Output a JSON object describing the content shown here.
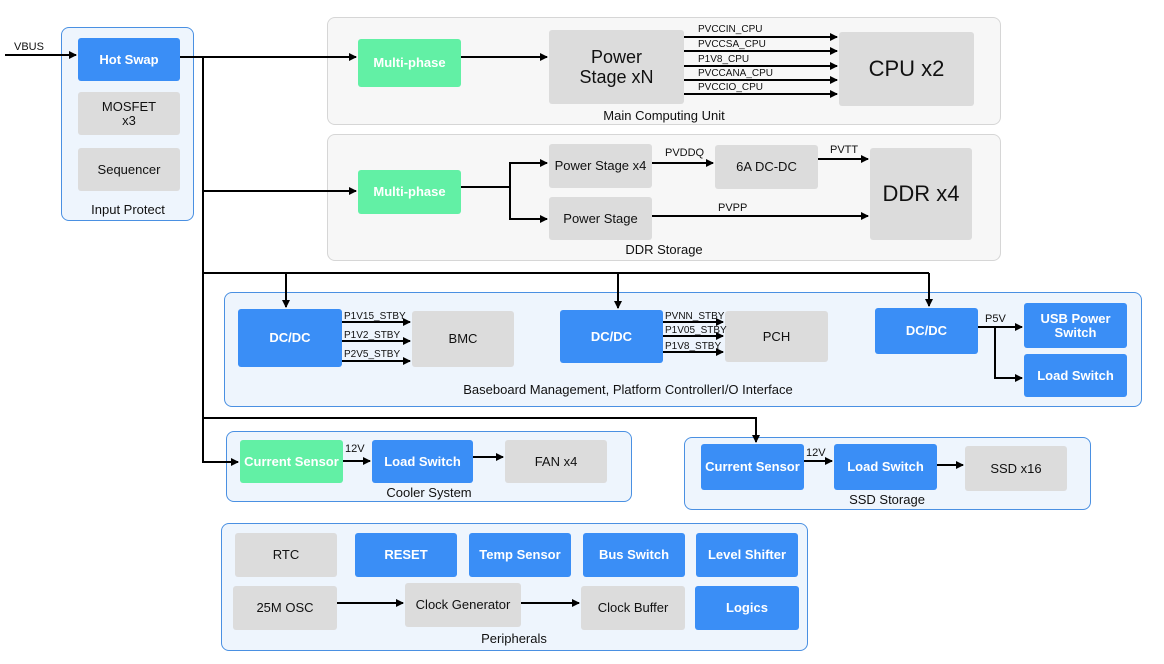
{
  "input": {
    "vbus": "VBUS"
  },
  "input_protect": {
    "label": "Input Protect",
    "hot_swap": "Hot Swap",
    "mosfet": "MOSFET x3",
    "sequencer": "Sequencer"
  },
  "main_computing": {
    "label": "Main Computing Unit",
    "multiphase": "Multi-phase",
    "power_stage": "Power Stage xN",
    "cpu": "CPU x2",
    "signals": [
      "PVCCIN_CPU",
      "PVCCSA_CPU",
      "P1V8_CPU",
      "PVCCANA_CPU",
      "PVCCIO_CPU"
    ]
  },
  "ddr_storage": {
    "label": "DDR Storage",
    "multiphase": "Multi-phase",
    "power_stage_x4": "Power Stage x4",
    "power_stage": "Power Stage",
    "dcdc": "6A DC-DC",
    "ddr": "DDR x4",
    "pvddq": "PVDDQ",
    "pvtt": "PVTT",
    "pvpp": "PVPP"
  },
  "baseboard": {
    "label": "Baseboard Management, Platform ControllerI/O Interface",
    "dcdc1": "DC/DC",
    "bmc": "BMC",
    "bmc_signals": [
      "P1V15_STBY",
      "P1V2_STBY",
      "P2V5_STBY"
    ],
    "dcdc2": "DC/DC",
    "pch": "PCH",
    "pch_signals": [
      "PVNN_STBY",
      "P1V05_STBY",
      "P1V8_STBY"
    ],
    "dcdc3": "DC/DC",
    "p5v": "P5V",
    "usb_power_switch": "USB Power Switch",
    "load_switch": "Load Switch"
  },
  "cooler": {
    "label": "Cooler System",
    "current_sensor": "Current Sensor",
    "v12": "12V",
    "load_switch": "Load Switch",
    "fan": "FAN x4"
  },
  "ssd": {
    "label": "SSD Storage",
    "current_sensor": "Current Sensor",
    "v12": "12V",
    "load_switch": "Load Switch",
    "ssd": "SSD x16"
  },
  "peripherals": {
    "label": "Peripherals",
    "rtc": "RTC",
    "reset": "RESET",
    "temp_sensor": "Temp Sensor",
    "bus_switch": "Bus Switch",
    "level_shifter": "Level Shifter",
    "osc": "25M OSC",
    "clock_generator": "Clock Generator",
    "clock_buffer": "Clock Buffer",
    "logics": "Logics"
  },
  "colors": {
    "blue": "#3a8ef6",
    "green": "#62f0a5",
    "grey": "#dcdcdc",
    "group_border": "#4a90e2"
  }
}
